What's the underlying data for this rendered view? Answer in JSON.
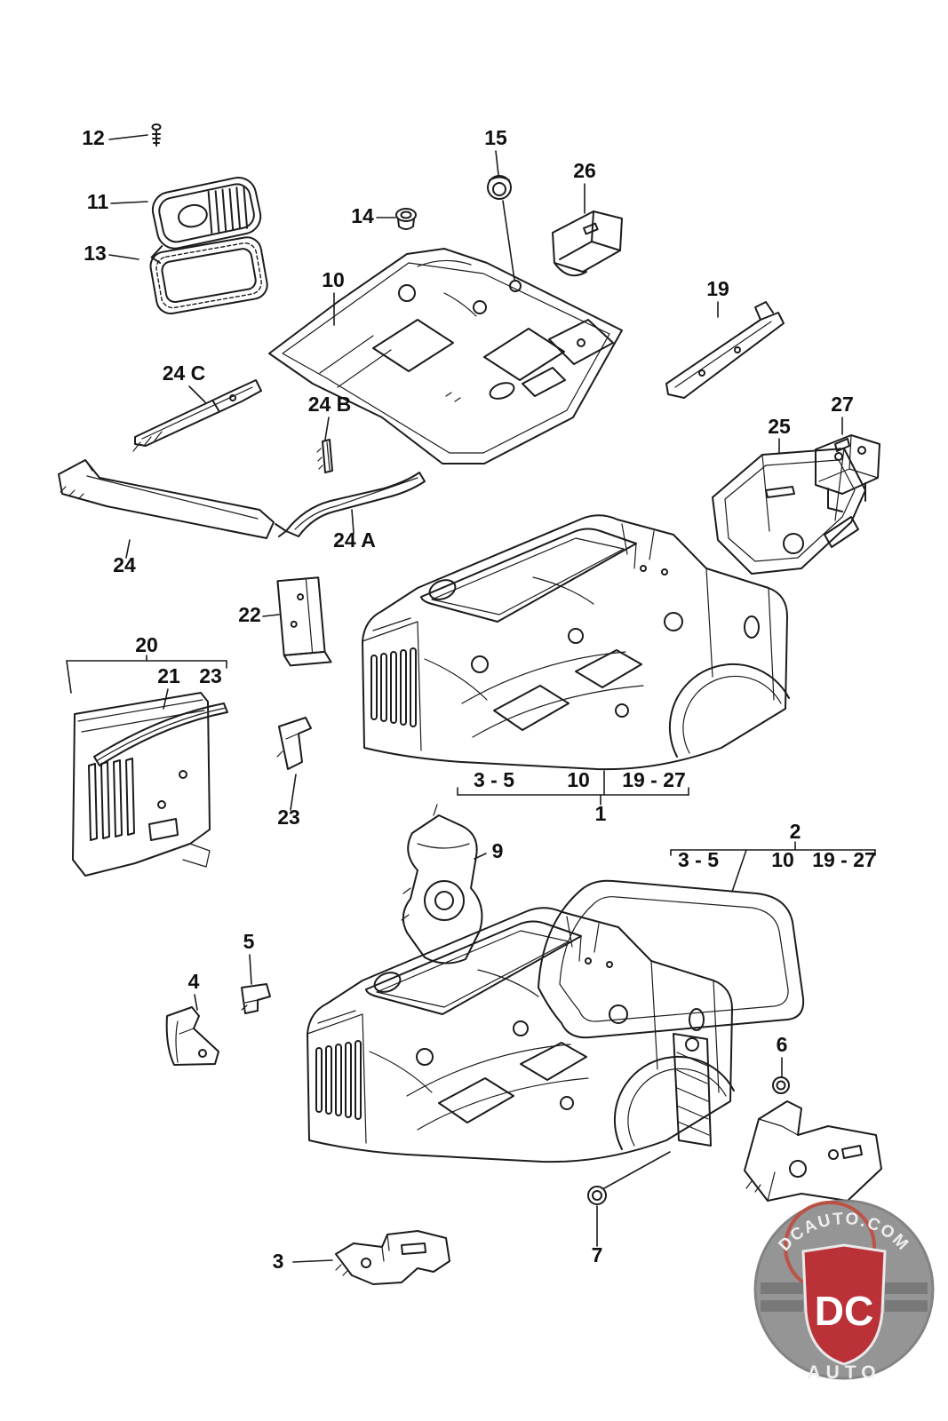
{
  "figure": {
    "type": "exploded-parts-diagram",
    "labels": {
      "l12": "12",
      "l11": "11",
      "l13": "13",
      "l14": "14",
      "l15": "15",
      "l26": "26",
      "l10": "10",
      "l19": "19",
      "l24c": "24 C",
      "l24b": "24 B",
      "l27": "27",
      "l25": "25",
      "l24a": "24 A",
      "l24": "24",
      "l22": "22",
      "l20": "20",
      "l21": "21",
      "l23a": "23",
      "l23b": "23",
      "g1r1": "3 - 5",
      "g1r2": "10",
      "g1r3": "19 - 27",
      "l1": "1",
      "l2": "2",
      "g2r1": "3 - 5",
      "g2r2": "10",
      "g2r3": "19 - 27",
      "l9": "9",
      "l5": "5",
      "l4": "4",
      "l6": "6",
      "l7": "7",
      "l3": "3"
    }
  },
  "watermark": {
    "arc_text": "DCAUTO.COM",
    "monogram": "DC",
    "word": "AUTO",
    "shield_color": "#b5232a",
    "badge_color": "#8e8e8e"
  },
  "colors": {
    "line": "#1c1c1c",
    "background": "#ffffff"
  }
}
